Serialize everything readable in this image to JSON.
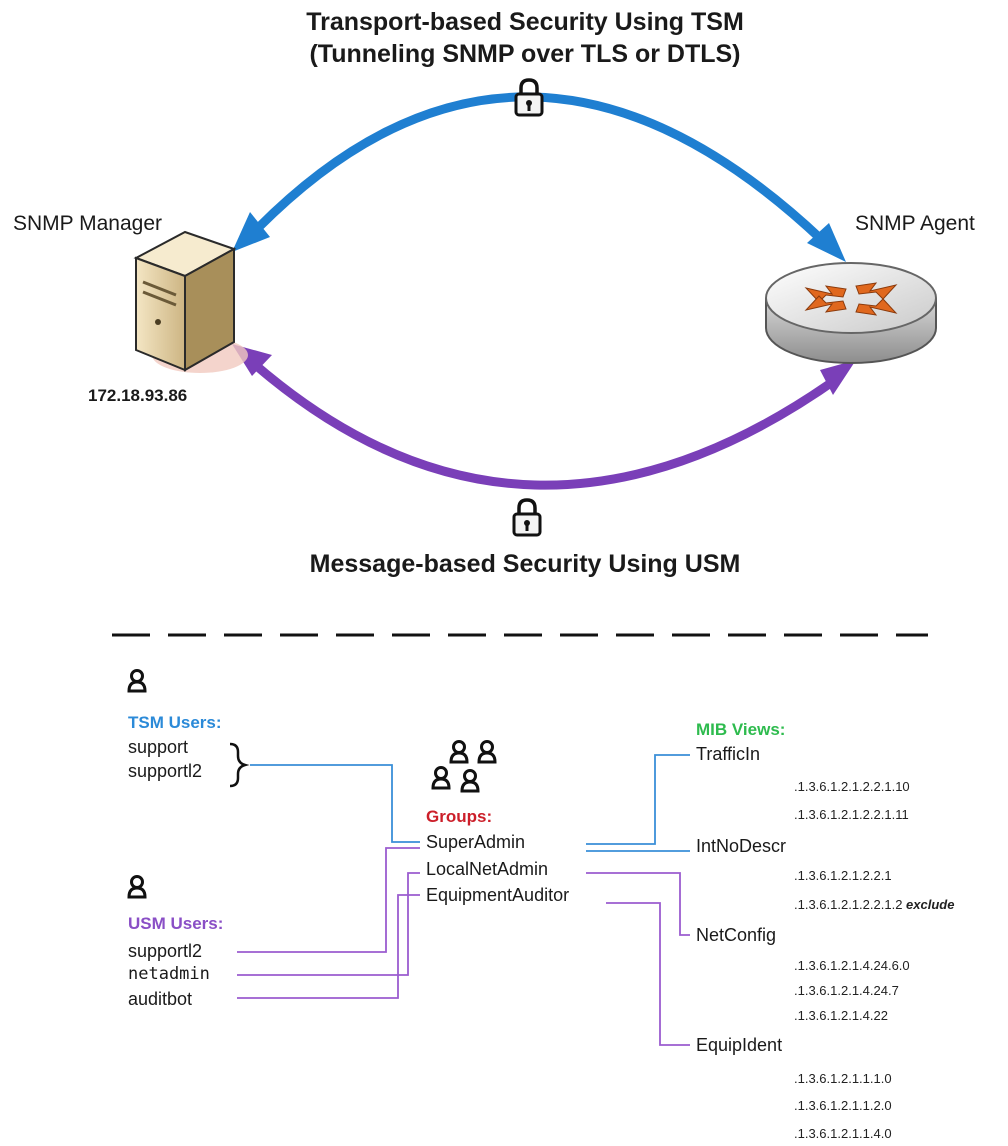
{
  "top": {
    "tsm_title_line1": "Transport-based Security Using TSM",
    "tsm_title_line2": "(Tunneling SNMP over TLS or DTLS)",
    "usm_title": "Message-based Security Using USM",
    "manager_label": "SNMP Manager",
    "agent_label": "SNMP Agent",
    "manager_ip": "172.18.93.86"
  },
  "tsm_users": {
    "heading": "TSM Users:",
    "items": [
      "support",
      "supportl2"
    ]
  },
  "usm_users": {
    "heading": "USM Users:",
    "items": [
      "supportl2",
      "netadmin",
      "auditbot"
    ]
  },
  "groups": {
    "heading": "Groups:",
    "items": [
      "SuperAdmin",
      "LocalNetAdmin",
      "EquipmentAuditor"
    ]
  },
  "mib_views": {
    "heading": "MIB Views:",
    "views": [
      {
        "name": "TrafficIn",
        "oids": [
          ".1.3.6.1.2.1.2.2.1.10",
          ".1.3.6.1.2.1.2.2.1.11"
        ]
      },
      {
        "name": "IntNoDescr",
        "oids": [
          ".1.3.6.1.2.1.2.2.1",
          ".1.3.6.1.2.1.2.2.1.2"
        ],
        "exclude_label": "exclude"
      },
      {
        "name": "NetConfig",
        "oids": [
          ".1.3.6.1.2.1.4.24.6.0",
          ".1.3.6.1.2.1.4.24.7",
          ".1.3.6.1.2.1.4.22"
        ]
      },
      {
        "name": "EquipIdent",
        "oids": [
          ".1.3.6.1.2.1.1.1.0",
          ".1.3.6.1.2.1.1.2.0",
          ".1.3.6.1.2.1.1.4.0"
        ]
      }
    ]
  },
  "colors": {
    "tsm_blue": "#1f7fd1",
    "usm_purple": "#7a3fb8",
    "tsm_heading": "#2b8ad8",
    "usm_heading": "#8a4fc6",
    "groups_heading": "#cc1f2a",
    "mib_heading": "#2ebb4e",
    "connector_blue": "#3a8fd8",
    "connector_purple": "#9b5ccf"
  }
}
